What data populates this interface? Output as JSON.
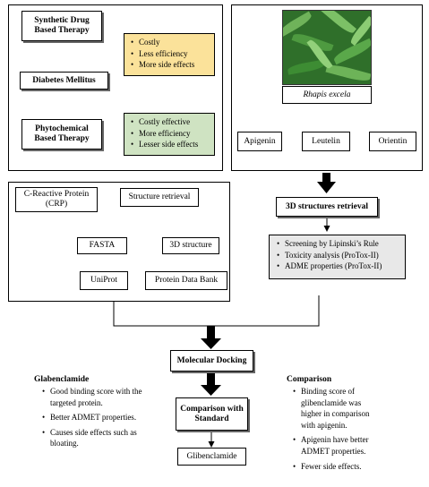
{
  "panel1": {
    "synthetic_box": "Synthetic Drug\nBased Therapy",
    "synthetic_bullets": [
      "Costly",
      "Less efficiency",
      "More side effects"
    ],
    "diabetes_box": "Diabetes Mellitus",
    "phyto_box": "Phytochemical\nBased Therapy",
    "phyto_bullets": [
      "Costly effective",
      "More efficiency",
      "Lesser side effects"
    ],
    "colors": {
      "synthetic_fill": "#fbe29a",
      "phyto_fill": "#cfe3c2"
    }
  },
  "panel2": {
    "plant_image": "bamboo-palm-photo",
    "plant_caption": "Rhapis excela",
    "compounds": [
      "Apigenin",
      "Leutelin",
      "Orientin"
    ]
  },
  "panel3": {
    "crp_box": "C-Reactive Protein\n(CRP)",
    "structure_retrieval": "Structure retrieval",
    "fasta": "FASTA",
    "structure_3d": "3D structure",
    "uniprot": "UniProt",
    "pdb": "Protein Data Bank"
  },
  "retrieval_box": "3D structures retrieval",
  "screening": {
    "items": [
      "Screening by Lipinski’s Rule",
      "Toxicity analysis (ProTox-II)",
      "ADME properties (ProTox-II)"
    ],
    "fill": "#e8e8e8"
  },
  "docking_box": "Molecular Docking",
  "comparison_box": "Comparison with\nStandard",
  "glibenclamide_box": "Glibenclamide",
  "left_notes": {
    "title": "Glabenclamide",
    "items": [
      "Good binding score with the targeted protein.",
      "Better ADMET properties.",
      "Causes side effects such as bloating."
    ]
  },
  "right_notes": {
    "title": "Comparison",
    "items": [
      "Binding score of glibenclamide was higher in comparison with apigenin.",
      "Apigenin have better ADMET properties.",
      "Fewer side effects."
    ]
  }
}
